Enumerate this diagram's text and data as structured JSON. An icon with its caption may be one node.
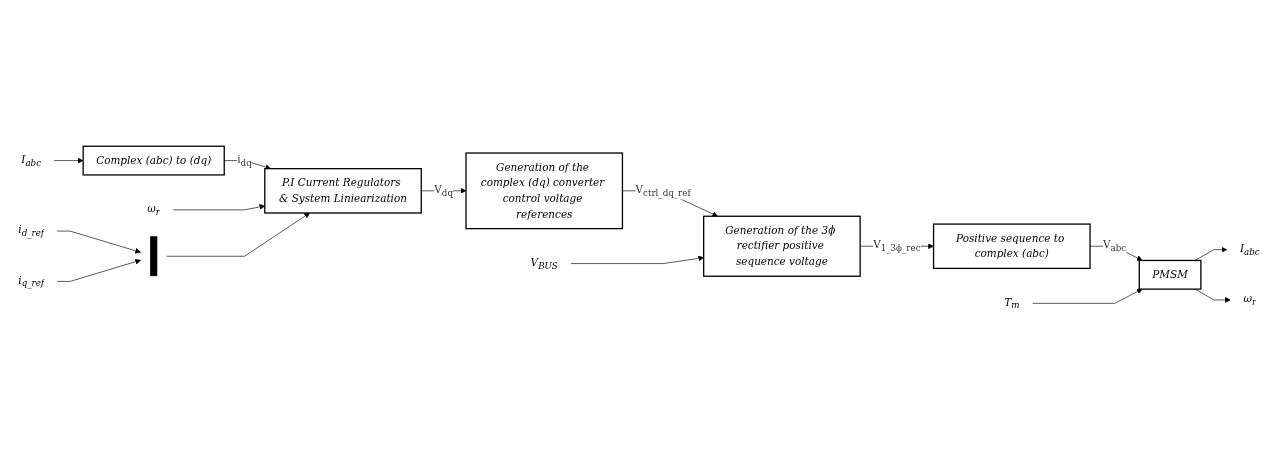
{
  "diagram": {
    "nodes": [
      {
        "text": [
          "I$_{abc}$"
        ]
      },
      {
        "text": [
          "Complex (abc) to (dq)"
        ]
      },
      {
        "text": [
          "ω$_{r}$"
        ]
      },
      {
        "text": [
          "P.I Current Regulators & System Liniearization"
        ]
      },
      {
        "text": [
          "Generation of the complex (dq) converter control voltage references"
        ]
      },
      {
        "text": [
          "i$_{d_ref}$"
        ]
      },
      {
        "text": [
          "i$_{q_ref}$"
        ]
      },
      {
        "text": [],
        "shape": "bar"
      },
      {
        "text": [
          "I$_{abc}$"
        ]
      },
      {
        "text": [
          "ω$_{r}$"
        ]
      },
      {
        "text": [
          "PMSM"
        ]
      },
      {
        "text": [
          "Positive sequence to complex (abc)"
        ]
      },
      {
        "text": [
          "Generation of the 3ϕ rectifier positive sequence voltage"
        ]
      },
      {
        "text": [
          "T$_{m}$"
        ]
      },
      {
        "text": [
          "V$_{BUS}$"
        ]
      }
    ],
    "edges": [
      {
        "from": 0,
        "to": 1,
        "arrow": "to"
      },
      {
        "from": 1,
        "to": 3,
        "arrow": "to",
        "label": "i$_{dq}$"
      },
      {
        "from": 2,
        "to": 3,
        "arrow": "to"
      },
      {
        "from": 3,
        "to": 4,
        "arrow": "to",
        "label": "V$_{dq}$"
      },
      {
        "from": 5,
        "to": 7,
        "arrow": "to"
      },
      {
        "from": 6,
        "to": 7,
        "arrow": "to"
      },
      {
        "from": 7,
        "to": 3,
        "arrow": "to"
      },
      {
        "from": 4,
        "to": 12,
        "arrow": "to",
        "label": "V$_{ctrl_dq_ref}$"
      },
      {
        "from": 14,
        "to": 12,
        "arrow": "to"
      },
      {
        "from": 12,
        "to": 11,
        "arrow": "to",
        "label": "V$_{1_3ϕ_rec}$"
      },
      {
        "from": 11,
        "to": 10,
        "arrow": "to",
        "label": "V$_{abc}$"
      },
      {
        "from": 13,
        "to": 10,
        "arrow": "to"
      },
      {
        "from": 10,
        "to": 8,
        "arrow": "to"
      },
      {
        "from": 10,
        "to": 9,
        "arrow": "to"
      }
    ]
  }
}
